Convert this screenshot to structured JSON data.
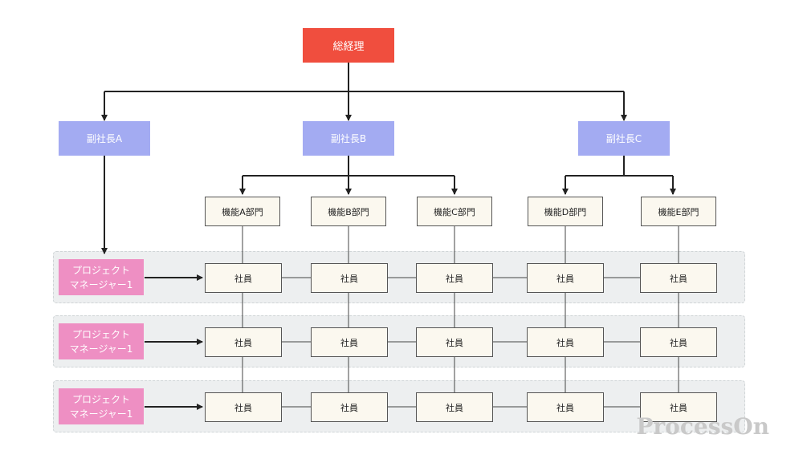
{
  "org": {
    "ceo": "総経理",
    "vps": [
      "副社長A",
      "副社長B",
      "副社長C"
    ],
    "departments": [
      "機能A部門",
      "機能B部門",
      "機能C部門",
      "機能D部門",
      "機能E部門"
    ],
    "project_managers": [
      {
        "line1": "プロジェクト",
        "line2": "マネージャー1"
      },
      {
        "line1": "プロジェクト",
        "line2": "マネージャー1"
      },
      {
        "line1": "プロジェクト",
        "line2": "マネージャー1"
      }
    ],
    "employee": "社員"
  },
  "brand": "ProcessOn",
  "colors": {
    "ceo": "#f04e3e",
    "vp": "#a3abf2",
    "pm": "#ee8fc3",
    "box": "#fbf8ef",
    "lane": "#edeff0"
  }
}
